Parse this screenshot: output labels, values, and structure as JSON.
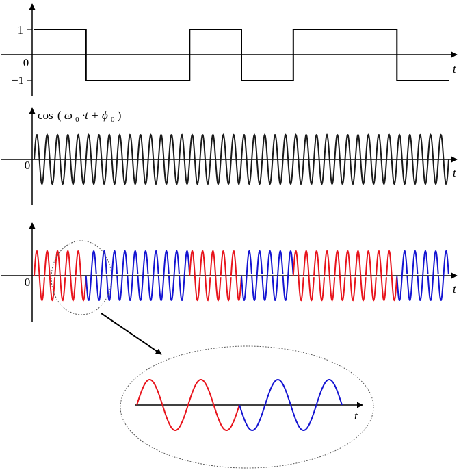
{
  "panel1": {
    "tick_high": "1",
    "tick_zero": "0",
    "tick_low": "−1",
    "t_label": "t",
    "bits": [
      1,
      1,
      1,
      1,
      1,
      -1,
      -1,
      -1,
      -1,
      -1,
      -1,
      -1,
      -1,
      -1,
      -1,
      1,
      1,
      1,
      1,
      1,
      -1,
      -1,
      -1,
      -1,
      -1,
      1,
      1,
      1,
      1,
      1,
      1,
      1,
      1,
      1,
      1,
      -1,
      -1,
      -1,
      -1,
      -1
    ]
  },
  "panel2": {
    "formula_func": "cos",
    "formula_omega": "ω",
    "formula_omega_sub": "0",
    "formula_dot_t": "·t",
    "formula_plus": "+",
    "formula_phi": "ϕ",
    "formula_phi_sub": "0",
    "tick_zero": "0",
    "t_label": "t"
  },
  "panel3": {
    "tick_zero": "0",
    "t_label": "t",
    "color_bit_1": "#e8141c",
    "color_bit_0": "#1414d2"
  },
  "zoom": {
    "t_label": "t",
    "colors": [
      "#e8141c",
      "#1414d2"
    ]
  },
  "colors": {
    "axis": "#000000",
    "carrier": "#1a1a1a",
    "dotted_outline": "#555555"
  }
}
